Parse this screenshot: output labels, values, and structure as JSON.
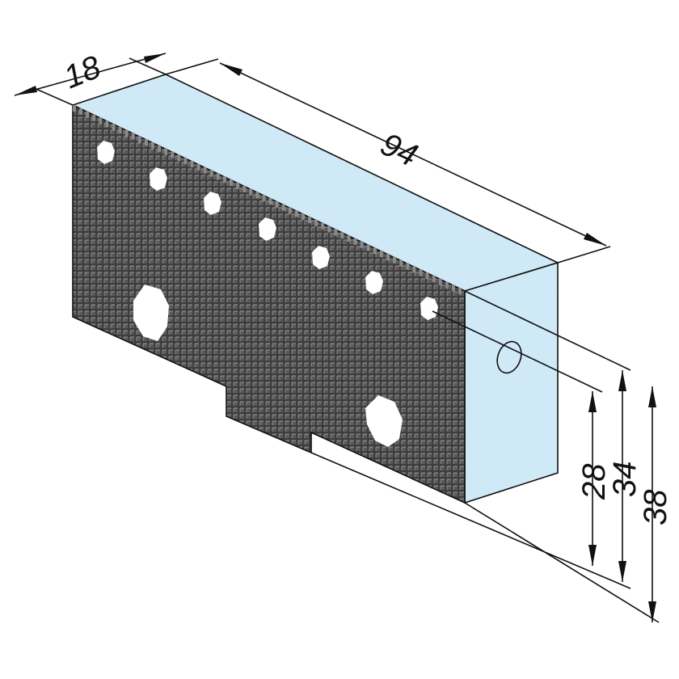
{
  "figure": {
    "description_type": "isometric dimensioned drawing of a gripper jaw block",
    "colors": {
      "block_face": "#cfe9f7",
      "serrated_face": "#3d3d3d",
      "serration_highlight": "#8a8a8a",
      "outline": "#111111",
      "background": "#ffffff"
    },
    "dimensions": {
      "depth": "18",
      "length": "94",
      "height_28": "28",
      "height_34": "34",
      "height_38": "38"
    }
  }
}
